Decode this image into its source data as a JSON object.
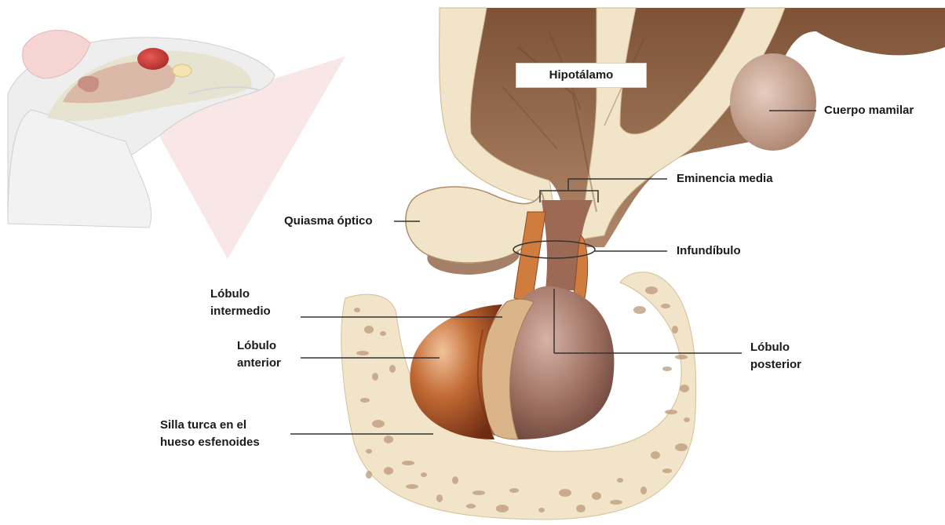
{
  "labels": {
    "hypothalamus": "Hipotálamo",
    "mammillary_body": "Cuerpo mamilar",
    "median_eminence": "Eminencia media",
    "optic_chiasm": "Quiasma óptico",
    "infundibulum": "Infundíbulo",
    "intermediate_lobe": [
      "Lóbulo",
      "intermedio"
    ],
    "anterior_lobe": [
      "Lóbulo",
      "anterior"
    ],
    "posterior_lobe": [
      "Lóbulo",
      "posterior"
    ],
    "sella_turcica": [
      "Silla turca en el",
      "hueso esfenoides"
    ]
  },
  "colors": {
    "hypothalamus": "#9a6a4c",
    "bone": "#f1e4c8",
    "bone_pore": "#b99a7a",
    "anterior_lobe": "#b85f2c",
    "intermediate_lobe": "#d9b58a",
    "posterior_lobe": "#9f7264",
    "leader_line": "#333333",
    "inset_highlight": "#d9464a"
  }
}
